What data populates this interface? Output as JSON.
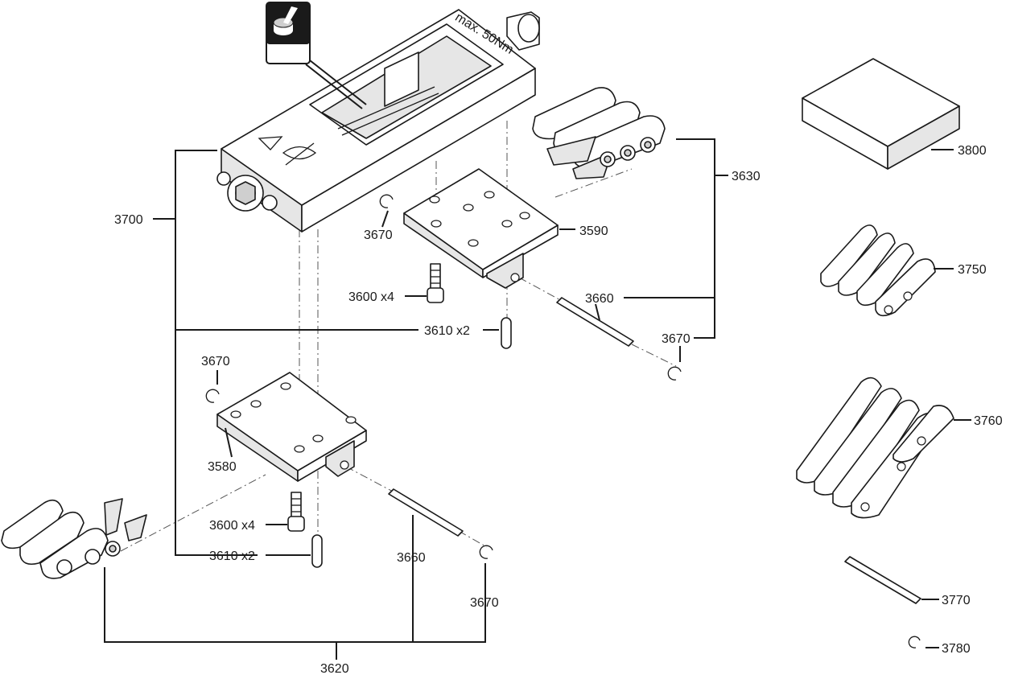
{
  "callouts": {
    "c3700": "3700",
    "c3670_top": "3670",
    "c3590": "3590",
    "c3630": "3630",
    "c3600_top": "3600 x4",
    "c3660_top": "3660",
    "c3610_top": "3610 x2",
    "c3670_right": "3670",
    "c3670_mid": "3670",
    "c3580": "3580",
    "c3600_bot": "3600 x4",
    "c3610_bot": "3610 x2",
    "c3660_bot": "3660",
    "c3670_bot": "3670",
    "c3620": "3620",
    "c3800": "3800",
    "c3750": "3750",
    "c3760": "3760",
    "c3770": "3770",
    "c3780": "3780"
  },
  "housing": {
    "engraving": "max. 50Nm"
  }
}
